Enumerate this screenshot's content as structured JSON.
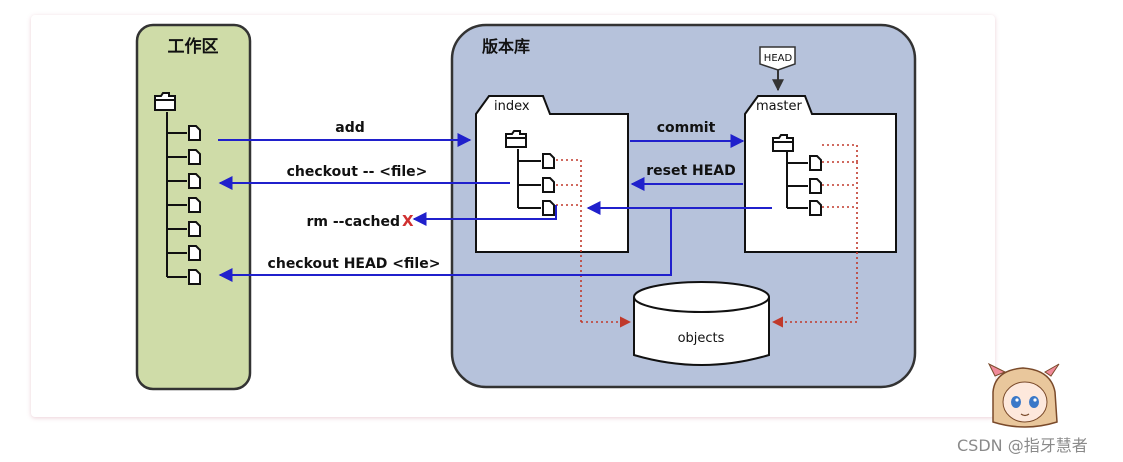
{
  "workspace": {
    "title": "工作区"
  },
  "repository": {
    "title": "版本库"
  },
  "index_box": {
    "label": "index"
  },
  "master_box": {
    "label": "master"
  },
  "head_tag": {
    "label": "HEAD"
  },
  "objects": {
    "label": "objects"
  },
  "arrows": {
    "add": "add",
    "checkout_file": "checkout -- <file>",
    "rm_cached": "rm --cached",
    "rm_cached_x": "X",
    "checkout_head": "checkout HEAD <file>",
    "commit": "commit",
    "reset_head": "reset HEAD"
  },
  "colors": {
    "workspace_fill": "#cfdca8",
    "repository_fill": "#b6c2db",
    "arrow_blue": "#2020cc",
    "dotted_red": "#c0392b"
  },
  "watermark": {
    "text": "CSDN @指牙慧者"
  }
}
